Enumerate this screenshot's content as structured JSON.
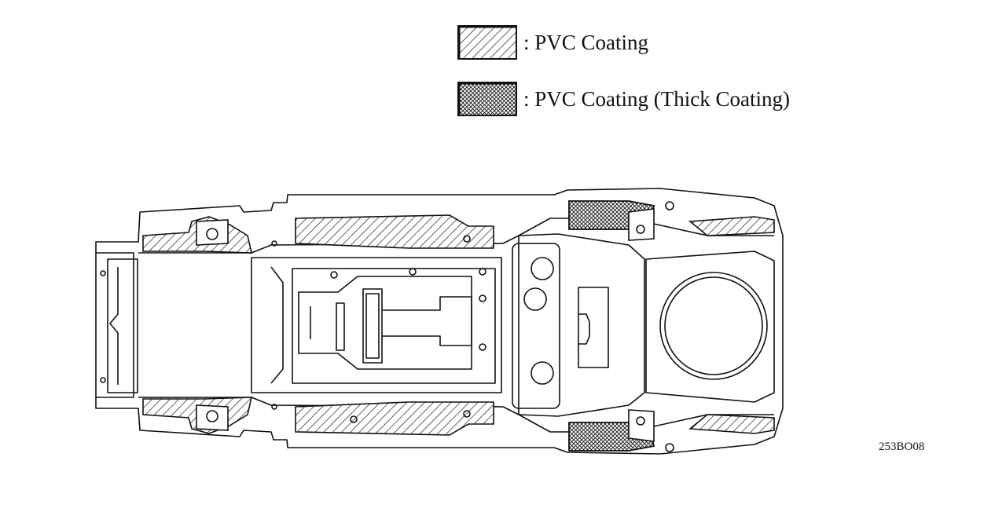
{
  "legend": {
    "items": [
      {
        "label": ": PVC Coating",
        "pattern": "diagonal-hatch"
      },
      {
        "label": ": PVC Coating (Thick Coating)",
        "pattern": "cross-hatch"
      }
    ]
  },
  "figure_code": "253BO08",
  "colors": {
    "line": "#111111",
    "background": "#ffffff"
  }
}
